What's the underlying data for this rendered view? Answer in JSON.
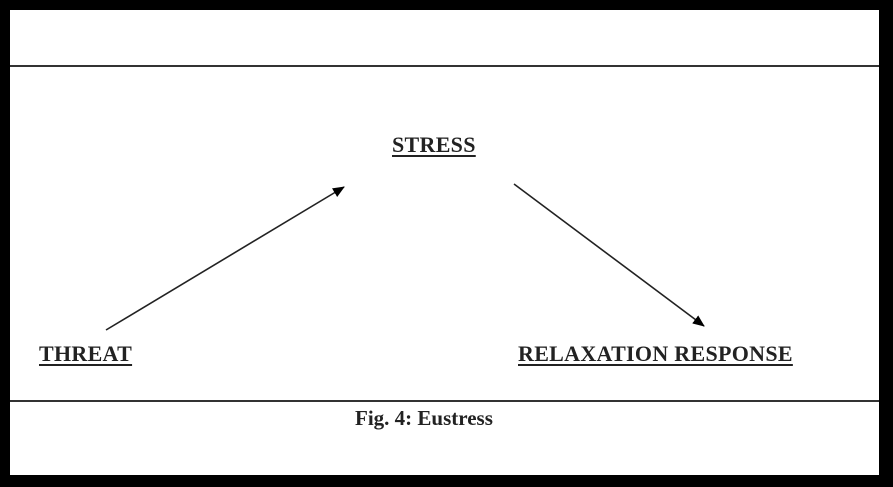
{
  "diagram": {
    "nodes": {
      "stress": "STRESS",
      "threat": "THREAT",
      "relaxation": "RELAXATION RESPONSE"
    },
    "edges": [
      {
        "from": "THREAT",
        "to": "STRESS"
      },
      {
        "from": "STRESS",
        "to": "RELAXATION RESPONSE"
      }
    ],
    "caption": "Fig. 4: Eustress"
  }
}
